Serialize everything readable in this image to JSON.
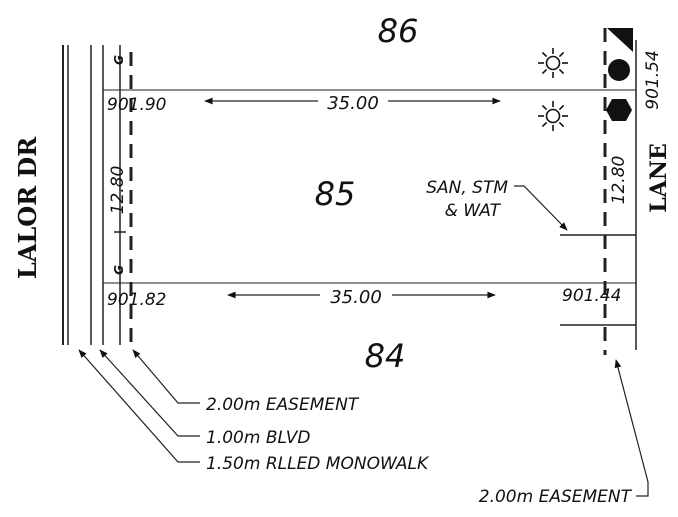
{
  "streets": {
    "west": "LALOR DR",
    "east": "LANE"
  },
  "lots": {
    "north": "86",
    "subject": "85",
    "south": "84"
  },
  "dimensions": {
    "north_depth": "35.00",
    "south_depth": "35.00",
    "west_frontage": "12.80",
    "east_frontage": "12.80"
  },
  "elevations": {
    "nw": "901.90",
    "ne": "901.54",
    "sw": "901.82",
    "se": "901.44"
  },
  "utility_marks": {
    "north": "G",
    "south": "G"
  },
  "service_note": {
    "line1": "SAN, STM",
    "line2": "& WAT"
  },
  "callouts": {
    "west_easement": "2.00m EASEMENT",
    "boulevard": "1.00m BLVD",
    "monowalk": "1.50m RLLED MONOWALK",
    "east_easement": "2.00m EASEMENT"
  },
  "icons": [
    "sun-icon",
    "sun-icon",
    "triangle-marker-icon",
    "circle-marker-icon",
    "hexagon-marker-icon"
  ]
}
